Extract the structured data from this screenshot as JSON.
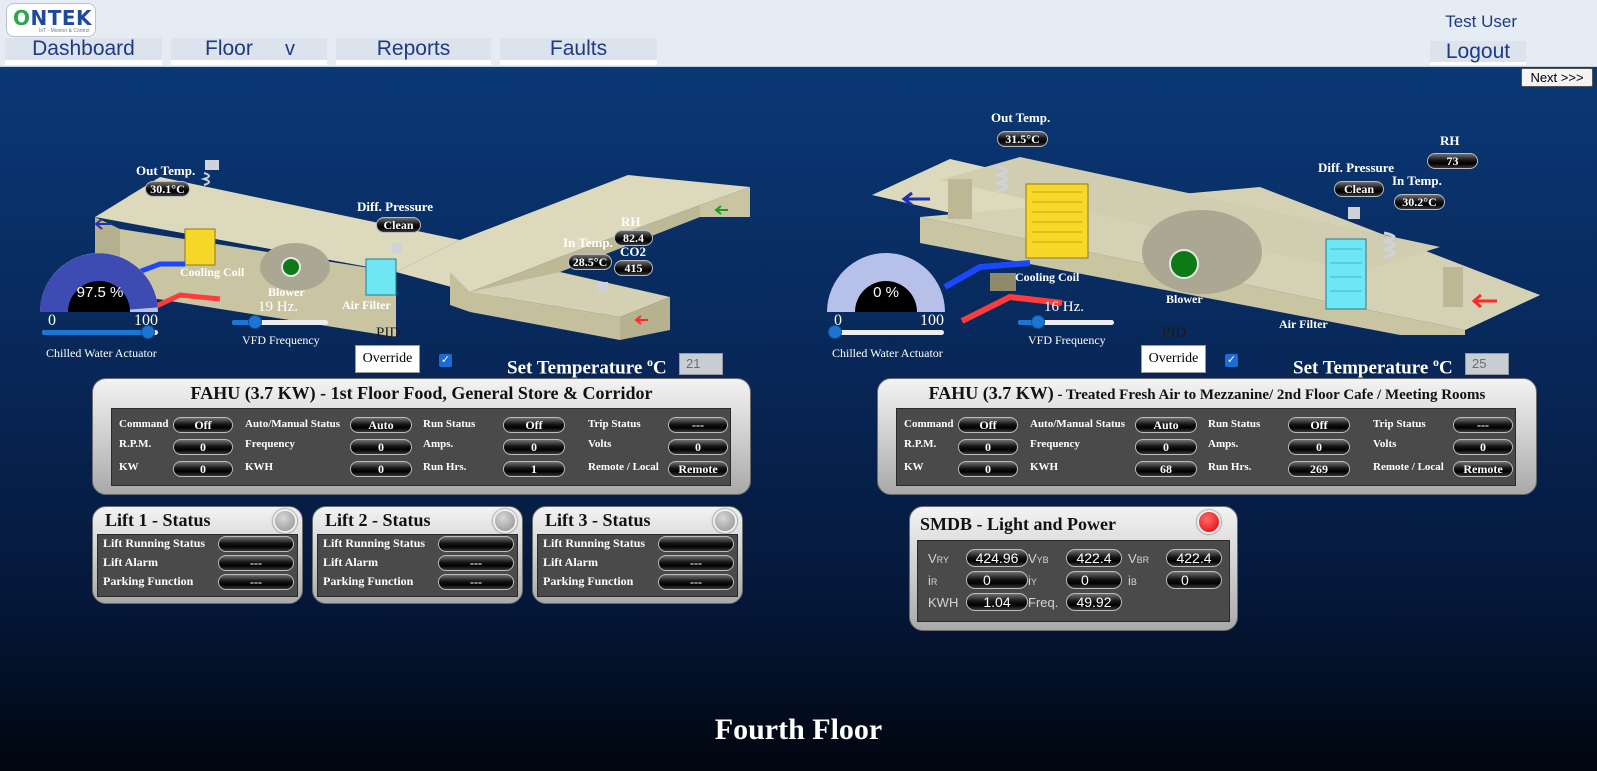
{
  "header": {
    "logo_text": "ONTEK",
    "logo_letter": "O",
    "logo_subtitle": "IoT - Monitor & Control",
    "nav": [
      {
        "label": "Dashboard"
      },
      {
        "label": "Floor"
      },
      {
        "label": "Reports"
      },
      {
        "label": "Faults"
      }
    ],
    "floor_chevron": "v",
    "user": "Test User",
    "logout_label": "Logout",
    "next_label": "Next  >>>"
  },
  "left_ahu": {
    "out_temp_label": "Out Temp.",
    "out_temp": "30.1°C",
    "cooling_coil_label": "Cooling Coil",
    "blower_label": "Blower",
    "diff_pressure_label": "Diff. Pressure",
    "diff_pressure": "Clean",
    "air_filter_label": "Air Filter",
    "rh_label": "RH",
    "rh": "82.4",
    "co2_label": "CO2",
    "co2": "415",
    "in_temp_label": "In Temp.",
    "in_temp": "28.5°C",
    "actuator_value": "97.5 %",
    "actuator_percent": 97.5,
    "actuator_min": "0",
    "actuator_max": "100",
    "actuator_label": "Chilled Water Actuator",
    "vfd_freq": "19 Hz.",
    "vfd_percent": 19,
    "vfd_label": "VFD Frequency",
    "pid_label": "PID",
    "override_label": "Override",
    "set_temp_label": "Set Temperature ",
    "set_temp_unit_sup": "o",
    "set_temp_unit": "C",
    "set_temp_value": "21"
  },
  "right_ahu": {
    "out_temp_label": "Out Temp.",
    "out_temp": "31.5°C",
    "cooling_coil_label": "Cooling Coil",
    "blower_label": "Blower",
    "diff_pressure_label": "Diff. Pressure",
    "diff_pressure": "Clean",
    "air_filter_label": "Air Filter",
    "rh_label": "RH",
    "rh": "73",
    "in_temp_label": "In Temp.",
    "in_temp": "30.2°C",
    "actuator_value": "0 %",
    "actuator_percent": 0,
    "actuator_min": "0",
    "actuator_max": "100",
    "actuator_label": "Chilled Water Actuator",
    "vfd_freq": "16 Hz.",
    "vfd_percent": 16,
    "vfd_label": "VFD Frequency",
    "pid_label": "PID",
    "override_label": "Override",
    "set_temp_label": "Set Temperature ",
    "set_temp_unit_sup": "o",
    "set_temp_unit": "C",
    "set_temp_value": "25"
  },
  "fahu1": {
    "title": "FAHU (3.7 KW) - 1st Floor Food, General Store & Corridor",
    "labels": {
      "command": "Command",
      "rpm": "R.P.M.",
      "kw": "KW",
      "auto_manual": "Auto/Manual Status",
      "frequency": "Frequency",
      "kwh": "KWH",
      "run_status": "Run Status",
      "amps": "Amps.",
      "run_hrs": "Run Hrs.",
      "trip_status": "Trip Status",
      "volts": "Volts",
      "remote_local": "Remote / Local"
    },
    "values": {
      "command": "Off",
      "rpm": "0",
      "kw": "0",
      "auto_manual": "Auto",
      "frequency": "0",
      "kwh": "0",
      "run_status": "Off",
      "amps": "0",
      "run_hrs": "1",
      "trip_status": "---",
      "volts": "0",
      "remote_local": "Remote"
    }
  },
  "fahu2": {
    "title_main": "FAHU (3.7 KW)",
    "title_rest": " - Treated Fresh Air to Mezzanine/ 2nd Floor Cafe / Meeting Rooms",
    "labels": {
      "command": "Command",
      "rpm": "R.P.M.",
      "kw": "KW",
      "auto_manual": "Auto/Manual Status",
      "frequency": "Frequency",
      "kwh": "KWH",
      "run_status": "Run Status",
      "amps": "Amps.",
      "run_hrs": "Run Hrs.",
      "trip_status": "Trip Status",
      "volts": "Volts",
      "remote_local": "Remote / Local"
    },
    "values": {
      "command": "Off",
      "rpm": "0",
      "kw": "0",
      "auto_manual": "Auto",
      "frequency": "0",
      "kwh": "68",
      "run_status": "Off",
      "amps": "0",
      "run_hrs": "269",
      "trip_status": "---",
      "volts": "0",
      "remote_local": "Remote"
    }
  },
  "lifts": [
    {
      "title": "Lift 1 - Status",
      "running_label": "Lift Running Status",
      "running": "",
      "alarm_label": "Lift Alarm",
      "alarm": "---",
      "parking_label": "Parking Function",
      "parking": "---"
    },
    {
      "title": "Lift 2 - Status",
      "running_label": "Lift Running Status",
      "running": "",
      "alarm_label": "Lift Alarm",
      "alarm": "---",
      "parking_label": "Parking Function",
      "parking": "---"
    },
    {
      "title": "Lift 3 - Status",
      "running_label": "Lift Running Status",
      "running": "",
      "alarm_label": "Lift Alarm",
      "alarm": "---",
      "parking_label": "Parking Function",
      "parking": "---"
    }
  ],
  "smdb": {
    "title": "SMDB - Light and Power",
    "v_label": "V",
    "i_label": "i",
    "ry_sub": "RY",
    "yb_sub": "YB",
    "br_sub": "BR",
    "r_sub": "R",
    "y_sub": "Y",
    "b_sub": "B",
    "vry": "424.96",
    "vyb": "422.4",
    "vbr": "422.4",
    "ir": "0",
    "iy": "0",
    "ib": "0",
    "kwh_label": "KWH",
    "kwh": "1.04",
    "freq_label": "Freq.",
    "freq": "49.92",
    "status_color": "#e00000"
  },
  "page_title": "Fourth Floor",
  "colors": {
    "nav_text": "#1c3a86",
    "background_top": "#0a3876",
    "gauge_fill": "#3d4bb2",
    "slider": "#1a76d2"
  }
}
